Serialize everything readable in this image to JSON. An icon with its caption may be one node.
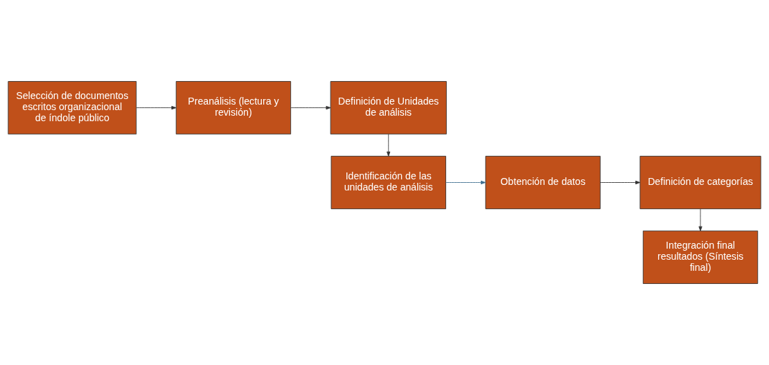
{
  "diagram": {
    "nodes": [
      {
        "text": [
          "Selección de documentos escritos organizacional de índole público"
        ]
      },
      {
        "text": [
          "Preanálisis (lectura y revisión)"
        ]
      },
      {
        "text": [
          "Definición de Unidades de análisis"
        ]
      },
      {
        "text": [
          "Identificación de las unidades de análisis"
        ]
      },
      {
        "text": [
          "Obtención de datos"
        ]
      },
      {
        "text": [
          "Definición de categorías"
        ]
      },
      {
        "text": [
          "Integración final resultados (Síntesis final)"
        ]
      }
    ],
    "edges": [
      {
        "from": 0,
        "to": 1,
        "arrow": "to"
      },
      {
        "from": 1,
        "to": 2,
        "arrow": "to"
      },
      {
        "from": 2,
        "to": 3,
        "arrow": "to"
      },
      {
        "from": 3,
        "to": 4,
        "arrow": "to",
        "color": "#3d6e8f"
      },
      {
        "from": 4,
        "to": 5,
        "arrow": "to"
      },
      {
        "from": 5,
        "to": 6,
        "arrow": "to"
      }
    ]
  }
}
